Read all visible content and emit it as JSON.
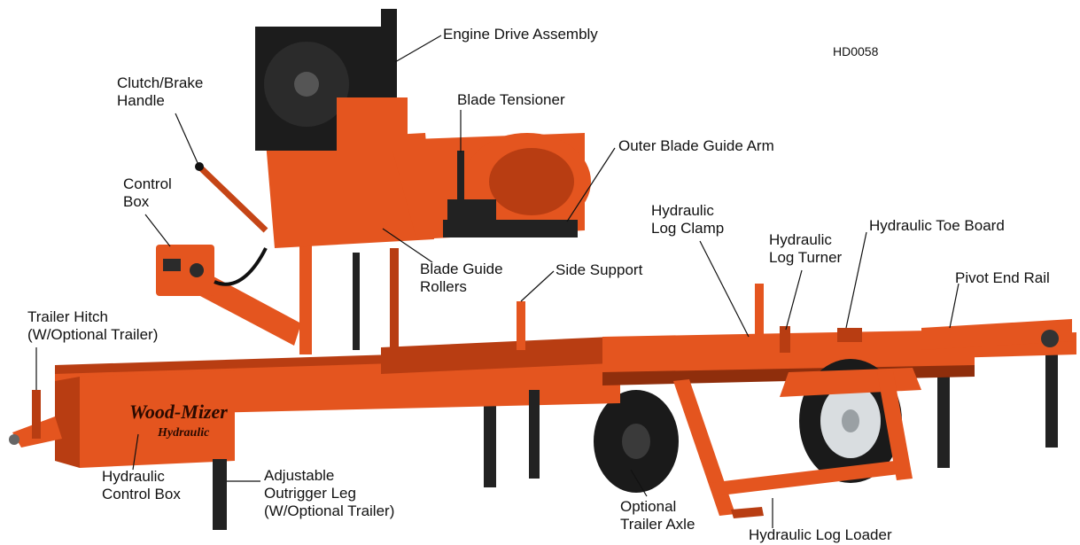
{
  "figure_code": "HD0058",
  "brand": {
    "logo_main": "Wood-Mizer",
    "logo_sub": "Hydraulic"
  },
  "colors": {
    "frame": "#e4551f",
    "frame_dark": "#b83d12",
    "frame_shadow": "#8f2e0c",
    "engine": "#1c1c1c",
    "tire": "#1a1a1a",
    "rim": "#d9dde0",
    "leg": "#222222",
    "text": "#111111"
  },
  "callouts": {
    "engine_drive_assembly": {
      "lines": [
        "Engine Drive Assembly"
      ]
    },
    "clutch_brake_handle": {
      "lines": [
        "Clutch/Brake",
        "Handle"
      ]
    },
    "blade_tensioner": {
      "lines": [
        "Blade Tensioner"
      ]
    },
    "outer_blade_guide_arm": {
      "lines": [
        "Outer Blade Guide Arm"
      ]
    },
    "control_box": {
      "lines": [
        "Control",
        "Box"
      ]
    },
    "hydraulic_log_clamp": {
      "lines": [
        "Hydraulic",
        "Log Clamp"
      ]
    },
    "hydraulic_log_turner": {
      "lines": [
        "Hydraulic",
        "Log Turner"
      ]
    },
    "hydraulic_toe_board": {
      "lines": [
        "Hydraulic Toe Board"
      ]
    },
    "blade_guide_rollers": {
      "lines": [
        "Blade Guide",
        "Rollers"
      ]
    },
    "side_support": {
      "lines": [
        "Side Support"
      ]
    },
    "pivot_end_rail": {
      "lines": [
        "Pivot End Rail"
      ]
    },
    "trailer_hitch": {
      "lines": [
        "Trailer Hitch",
        "(W/Optional Trailer)"
      ]
    },
    "hydraulic_control_box": {
      "lines": [
        "Hydraulic",
        "Control Box"
      ]
    },
    "adjustable_outrigger_leg": {
      "lines": [
        "Adjustable",
        "Outrigger Leg",
        "(W/Optional Trailer)"
      ]
    },
    "optional_trailer_axle": {
      "lines": [
        "Optional",
        "Trailer Axle"
      ]
    },
    "hydraulic_log_loader": {
      "lines": [
        "Hydraulic Log Loader"
      ]
    }
  }
}
